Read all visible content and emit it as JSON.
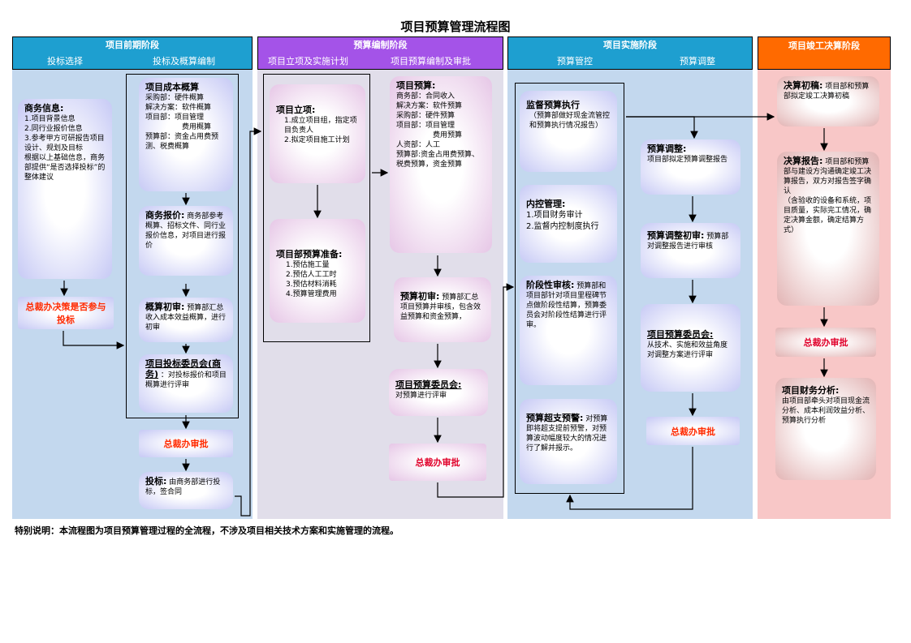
{
  "title": "项目预算管理流程图",
  "note": "特别说明：本流程图为项目预算管理过程的全流程，不涉及项目相关技术方案和实施管理的流程。",
  "colors": {
    "phase1": "#1e9fd0",
    "phase2": "#a453e8",
    "phase3": "#1e9fd0",
    "phase4": "#ff6a00"
  },
  "phases": [
    {
      "name": "项目前期阶段",
      "subs": [
        "投标选择",
        "投标及概算编制"
      ]
    },
    {
      "name": "预算编制阶段",
      "subs": [
        "项目立项及实施计划",
        "项目预算编制及审批"
      ]
    },
    {
      "name": "项目实施阶段",
      "subs": [
        "预算管控",
        "预算调整"
      ]
    },
    {
      "name": "项目竣工决算阶段",
      "subs": []
    }
  ],
  "boxes": {
    "biz_info": {
      "title": "商务信息:",
      "body": "1.项目背景信息\n2.同行业报价信息\n3.参考甲方可研报告项目设计、规划及目标\n根据以上基础信息，商务部提供“是否选择投标”的整体建议"
    },
    "decision": "总裁办决策是否参与投标",
    "cost_est": {
      "title": "项目成本概算",
      "body": "采购部：硬件概算\n解决方案：软件概算\n项目部：项目管理\n　　　　　费用概算\n预算部：资金占用费预测、税费概算"
    },
    "biz_quote": {
      "title": "商务报价:",
      "body": "商务部参考概算、招标文件、同行业报价信息，对项目进行报价"
    },
    "est_review": {
      "title": "概算初审:",
      "body": "预算部汇总收入成本效益概算，进行初审"
    },
    "bid_committee": {
      "title": "项目投标委员会(商务)",
      "body": "：对投标报价和项目概算进行评审"
    },
    "approve1": "总裁办审批",
    "bid": {
      "title": "投标:",
      "body": "由商务部进行投标，签合同"
    },
    "setup": {
      "title": "项目立项:",
      "body": "1.成立项目组，指定项目负责人\n2.拟定项目施工计划"
    },
    "dept_prep": {
      "title": "项目部预算准备:",
      "body": "1.预估施工量\n2.预估人工工时\n3.预估材料消耗\n4.预算管理费用"
    },
    "budget": {
      "title": "项目预算:",
      "body": "商务部：合同收入\n解决方案：软件预算\n采购部：硬件预算\n项目部：项目管理\n　　　　　费用预算\n人资部：人工\n预算部:资金占用费预算、税费预算，资金预算"
    },
    "budget_review": {
      "title": "预算初审:",
      "body": "预算部汇总项目预算并审核，包含效益预算和资金预算，"
    },
    "budget_committee": {
      "title": "项目预算委员会:",
      "body": "对预算进行评审"
    },
    "approve2": "总裁办审批",
    "monitor": {
      "title": "监督预算执行",
      "body": "（预算部做好现金流管控和预算执行情况报告）"
    },
    "internal": {
      "title": "内控管理:",
      "body": "1.项目财务审计\n2.监督内控制度执行"
    },
    "stage_audit": {
      "title": "阶段性审核:",
      "body": "预算部和项目部针对项目里程碑节点做阶段性结算，预算委员会对阶段性结算进行评审。"
    },
    "overrun": {
      "title": "预算超支预警:",
      "body": "对预算即将超支提前预警，对预算波动幅度较大的情况进行了解并报示。"
    },
    "adjust": {
      "title": "预算调整:",
      "body": "项目部拟定预算调整报告"
    },
    "adjust_review": {
      "title": "预算调整初审:",
      "body": "预算部对调整报告进行审核"
    },
    "adjust_committee": {
      "title": "项目预算委员会:",
      "body": "从技术、实施和效益角度对调整方案进行评审"
    },
    "approve3": "总裁办审批",
    "final_draft": {
      "title": "决算初稿:",
      "body": "项目部和预算部拟定竣工决算初稿"
    },
    "final_report": {
      "title": "决算报告:",
      "body": "项目部和预算部与建设方沟通确定竣工决算报告，双方对报告签字确认\n（含验收的设备和系统，项目质量，实际完工情况，确定决算金额，确定结算方式）"
    },
    "approve4": "总裁办审批",
    "fin_analysis": {
      "title": "项目财务分析:",
      "body": "由项目部牵头对项目现金流分析、成本利润效益分析、预算执行分析"
    }
  }
}
